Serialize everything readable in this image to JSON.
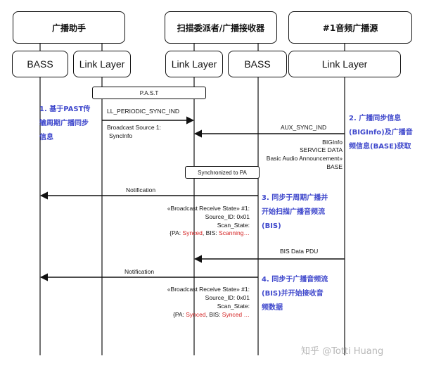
{
  "actors": {
    "assistant": "广播助手",
    "delegator": "扫描委派者/广播接收器",
    "source": "#1音频广播源"
  },
  "layers": {
    "bass_left": "BASS",
    "ll_left": "Link Layer",
    "ll_mid": "Link Layer",
    "bass_mid": "BASS",
    "ll_right": "Link Layer"
  },
  "boxes": {
    "past": "P.A.S.T",
    "synced_pa": "Synchronized to PA"
  },
  "messages": {
    "ll_periodic_sync_ind": "LL_PERIODIC_SYNC_IND",
    "broadcast_source_1": "Broadcast Source 1:",
    "sync_info": "SyncInfo",
    "aux_sync_ind": "AUX_SYNC_IND",
    "biginfo": "BIGInfo",
    "service_data": "SERVICE DATA",
    "basic_audio": "Basic Audio Announcement»",
    "base": "BASE",
    "notification_1": "Notification",
    "bis_data_pdu": "BIS Data PDU",
    "notification_2": "Notification"
  },
  "state1": {
    "title": "«Broadcast Receive State» #1:",
    "source_id": "Source_ID: 0x01",
    "scan_state": "Scan_State:",
    "pa_prefix": "{PA: ",
    "pa_value": "Synced",
    "bis_prefix": ", BIS: ",
    "bis_value": "Scanning…"
  },
  "state2": {
    "title": "«Broadcast Receive State» #1:",
    "source_id": "Source_ID: 0x01",
    "scan_state": "Scan_State:",
    "pa_prefix": "{PA: ",
    "pa_value": "Synced",
    "bis_prefix": ", BIS: ",
    "bis_value": "Synced …"
  },
  "notes": {
    "note1": [
      "1. 基于PAST传",
      "输周期广播同步",
      "信息"
    ],
    "note2": [
      "2. 广播同步信息",
      "(BIGInfo)及广播音",
      "频信息(BASE)获取"
    ],
    "note3": [
      "3. 同步于周期广播并",
      "开始扫描广播音频流",
      "(BIS)"
    ],
    "note4": [
      "4. 同步于广播音频流",
      "(BIS)并开始接收音",
      "频数据"
    ]
  },
  "watermark": "知乎 @Totti Huang",
  "colors": {
    "note_blue": "#3f48cc",
    "status_red": "#d42020",
    "line": "#111111"
  }
}
